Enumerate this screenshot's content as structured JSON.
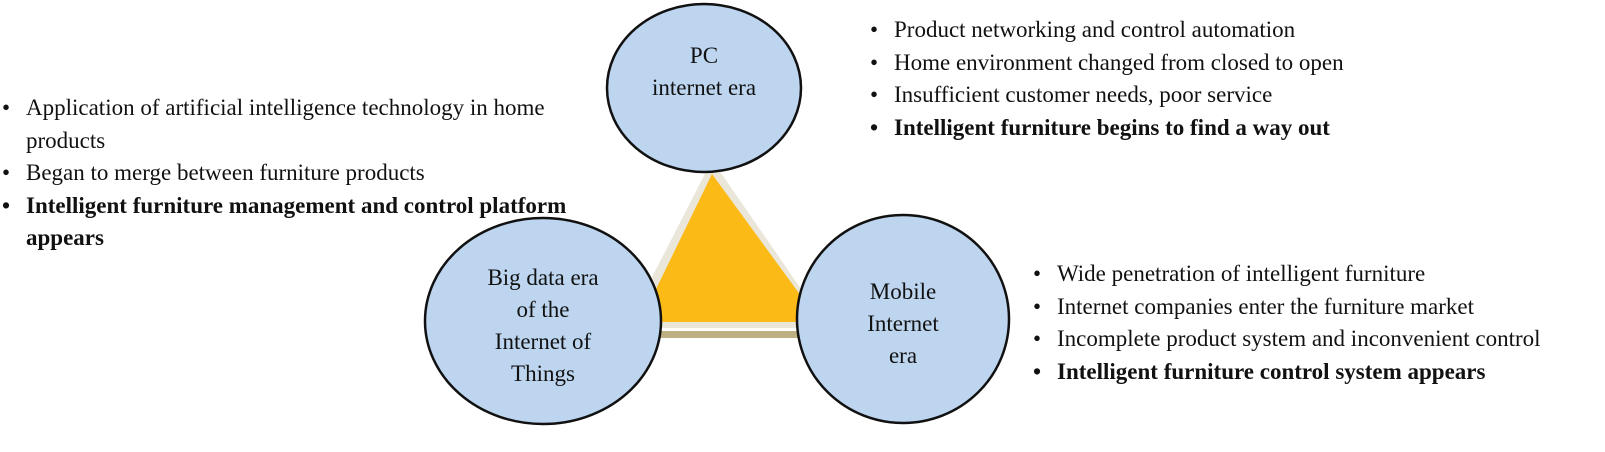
{
  "colors": {
    "triangle_fill": "#FBBA16",
    "triangle_shadow": "#EAE6DA",
    "triangle_base": "#BFB084",
    "circle_fill": "#BDD5EF",
    "circle_stroke": "#111111"
  },
  "nodes": {
    "pc": {
      "label": "PC\ninternet era"
    },
    "iot": {
      "label": "Big data era\nof the\nInternet of\nThings"
    },
    "mobile": {
      "label": "Mobile\nInternet\nera"
    }
  },
  "lists": {
    "pc": [
      {
        "text": "Product networking and control automation",
        "bold": false
      },
      {
        "text": "Home environment changed from closed to open",
        "bold": false
      },
      {
        "text": "Insufficient customer needs, poor service",
        "bold": false
      },
      {
        "text": "Intelligent furniture begins to find a way out",
        "bold": true
      }
    ],
    "iot": [
      {
        "text": "Application of artificial intelligence technology in home products",
        "bold": false
      },
      {
        "text": "Began to merge between furniture products",
        "bold": false
      },
      {
        "text": "Intelligent furniture management and control platform appears",
        "bold": true
      }
    ],
    "mobile": [
      {
        "text": "Wide penetration of intelligent furniture",
        "bold": false
      },
      {
        "text": "Internet companies enter the furniture market",
        "bold": false
      },
      {
        "text": "Incomplete product system and inconvenient control",
        "bold": false
      },
      {
        "text": "Intelligent furniture control system appears",
        "bold": true
      }
    ]
  }
}
